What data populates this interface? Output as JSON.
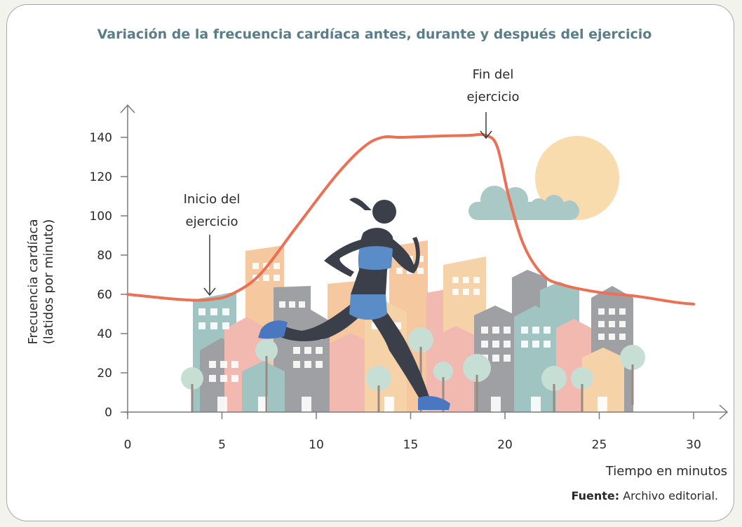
{
  "chart_data": {
    "type": "line",
    "title": "Variación de la frecuencia cardíaca antes, durante y después del ejercicio",
    "xlabel": "Tiempo en minutos",
    "ylabel_line1": "Frecuencia cardíaca",
    "ylabel_line2": "(latidos por minuto)",
    "xlim": [
      0,
      32
    ],
    "ylim": [
      0,
      150
    ],
    "x_ticks": [
      0,
      5,
      10,
      15,
      20,
      25,
      30
    ],
    "y_ticks": [
      0,
      20,
      40,
      60,
      80,
      100,
      120,
      140
    ],
    "series": [
      {
        "x": [
          0,
          2,
          3.5,
          4.5,
          5.5,
          7,
          9,
          11,
          12.5,
          13.5,
          14.5,
          16,
          18,
          19,
          19.6,
          20.2,
          21,
          22,
          23,
          25,
          27,
          29,
          30
        ],
        "y": [
          60,
          58,
          57,
          57.5,
          60,
          70,
          95,
          120,
          135,
          140,
          140,
          140.5,
          141,
          141,
          135,
          110,
          85,
          70,
          65,
          61,
          59,
          56,
          55
        ]
      }
    ],
    "annotations": [
      {
        "text_line1": "Inicio del",
        "text_line2": "ejercicio",
        "x": 4.3,
        "y": 60
      },
      {
        "text_line1": "Fin del",
        "text_line2": "ejercicio",
        "x": 18.9,
        "y": 142
      }
    ],
    "grid": false,
    "colors": {
      "line": "#ec7055",
      "axis": "#7a7a7a",
      "title": "#5a7d8a"
    }
  },
  "source": {
    "label": "Fuente:",
    "text": "Archivo editorial."
  },
  "illustration": {
    "description_icons": [
      "runner-illustration",
      "city-skyline-illustration",
      "sun-icon",
      "cloud-icon",
      "tree-icon"
    ]
  }
}
